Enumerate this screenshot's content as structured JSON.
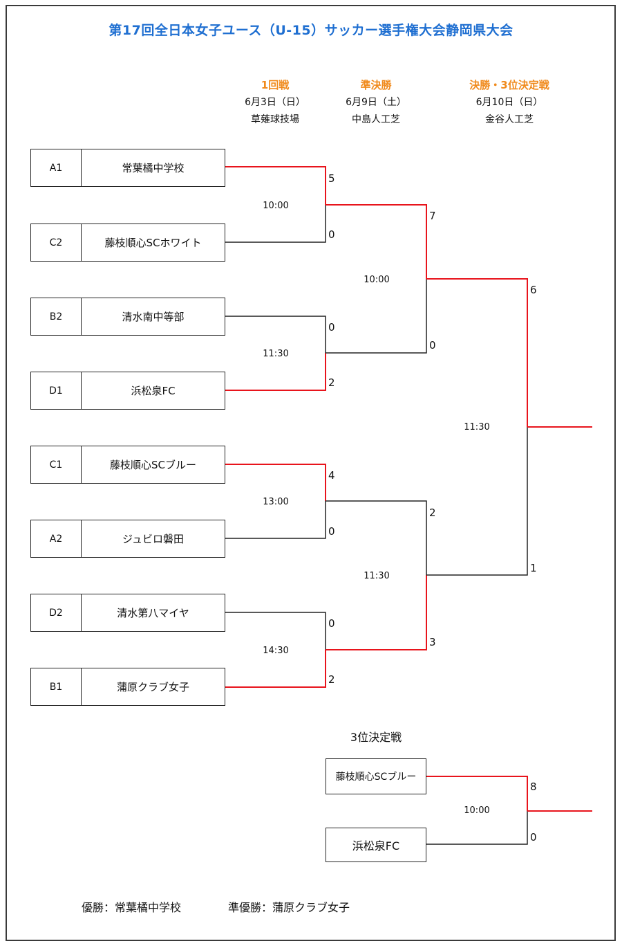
{
  "title": "第17回全日本女子ユース（U-15）サッカー選手権大会静岡県大会",
  "rounds": [
    {
      "name": "1回戦",
      "date": "6月3日（日）",
      "venue": "草薙球技場"
    },
    {
      "name": "準決勝",
      "date": "6月9日（土）",
      "venue": "中島人工芝"
    },
    {
      "name": "決勝・3位決定戦",
      "date": "6月10日（日）",
      "venue": "金谷人工芝"
    }
  ],
  "teams": [
    {
      "seed": "A1",
      "name": "常葉橘中学校"
    },
    {
      "seed": "C2",
      "name": "藤枝順心SCホワイト"
    },
    {
      "seed": "B2",
      "name": "清水南中等部"
    },
    {
      "seed": "D1",
      "name": "浜松泉FC"
    },
    {
      "seed": "C1",
      "name": "藤枝順心SCブルー"
    },
    {
      "seed": "A2",
      "name": "ジュビロ磐田"
    },
    {
      "seed": "D2",
      "name": "清水第八マイヤ"
    },
    {
      "seed": "B1",
      "name": "蒲原クラブ女子"
    }
  ],
  "round1": [
    {
      "time": "10:00",
      "score_top": "5",
      "score_bottom": "0"
    },
    {
      "time": "11:30",
      "score_top": "0",
      "score_bottom": "2"
    },
    {
      "time": "13:00",
      "score_top": "4",
      "score_bottom": "0"
    },
    {
      "time": "14:30",
      "score_top": "0",
      "score_bottom": "2"
    }
  ],
  "semifinals": [
    {
      "time": "10:00",
      "score_top": "7",
      "score_bottom": "0"
    },
    {
      "time": "11:30",
      "score_top": "2",
      "score_bottom": "3"
    }
  ],
  "final": {
    "time": "11:30",
    "score_top": "6",
    "score_bottom": "1"
  },
  "third_place": {
    "title": "3位決定戦",
    "team_top": "藤枝順心SCブルー",
    "team_bottom": "浜松泉FC",
    "time": "10:00",
    "score_top": "8",
    "score_bottom": "0"
  },
  "footer": {
    "winner": "優勝：常葉橘中学校",
    "runner_up": "準優勝：蒲原クラブ女子"
  },
  "colors": {
    "title": "#1f6fd1",
    "round_name": "#f08a1c",
    "win_line": "#e8141c",
    "line": "#222222"
  }
}
